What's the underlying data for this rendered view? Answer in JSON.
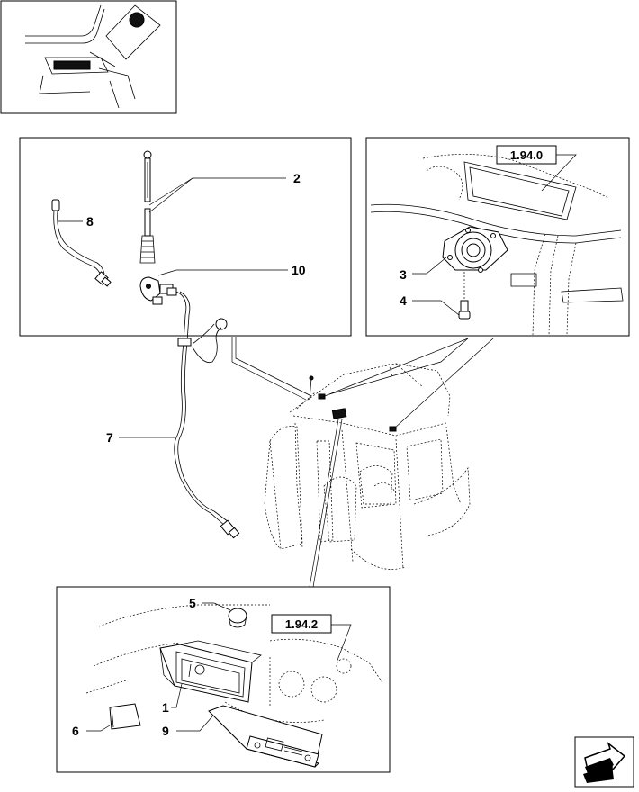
{
  "callouts": {
    "c1": "1",
    "c2": "2",
    "c3": "3",
    "c4": "4",
    "c5": "5",
    "c6": "6",
    "c7": "7",
    "c8": "8",
    "c9": "9",
    "c10": "10"
  },
  "references": {
    "speaker_ref": "1.94.0",
    "radio_ref": "1.94.2"
  },
  "icons": {
    "thumbnail": "cab-interior-thumbnail",
    "nav": "next-page-arrow-icon"
  }
}
